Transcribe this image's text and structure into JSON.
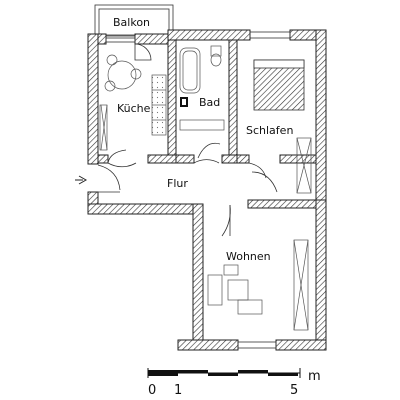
{
  "rooms": {
    "balkon": "Balkon",
    "kueche": "Küche",
    "bad": "Bad",
    "schlafen": "Schlafen",
    "flur": "Flur",
    "wohnen": "Wohnen"
  },
  "scale": {
    "ticks": [
      "0",
      "1",
      "5"
    ],
    "unit": "m"
  },
  "icons": {
    "entrance": "entrance-arrow-icon"
  }
}
